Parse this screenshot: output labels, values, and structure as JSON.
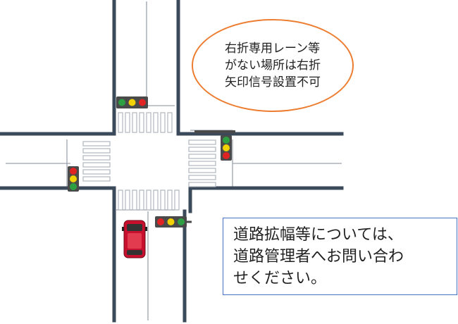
{
  "notes": {
    "no_right_turn_arrow": {
      "lines": [
        "右折専用レーン等",
        "がない場所は右折",
        "矢印信号設置不可"
      ],
      "border_color": "#ed7d31"
    },
    "contact": {
      "lines": [
        "道路拡幅等については、",
        "道路管理者へお問い合わ",
        "せください。"
      ],
      "border_color": "#4472c4"
    }
  },
  "signals": {
    "lamp_colors": {
      "green": "#2ea043",
      "yellow": "#f2d200",
      "red": "#e02424"
    }
  },
  "vehicle": {
    "color": "#c8102e"
  },
  "road": {
    "edge_color": "#3b4a5a",
    "lane_color": "#9aa4ad"
  }
}
